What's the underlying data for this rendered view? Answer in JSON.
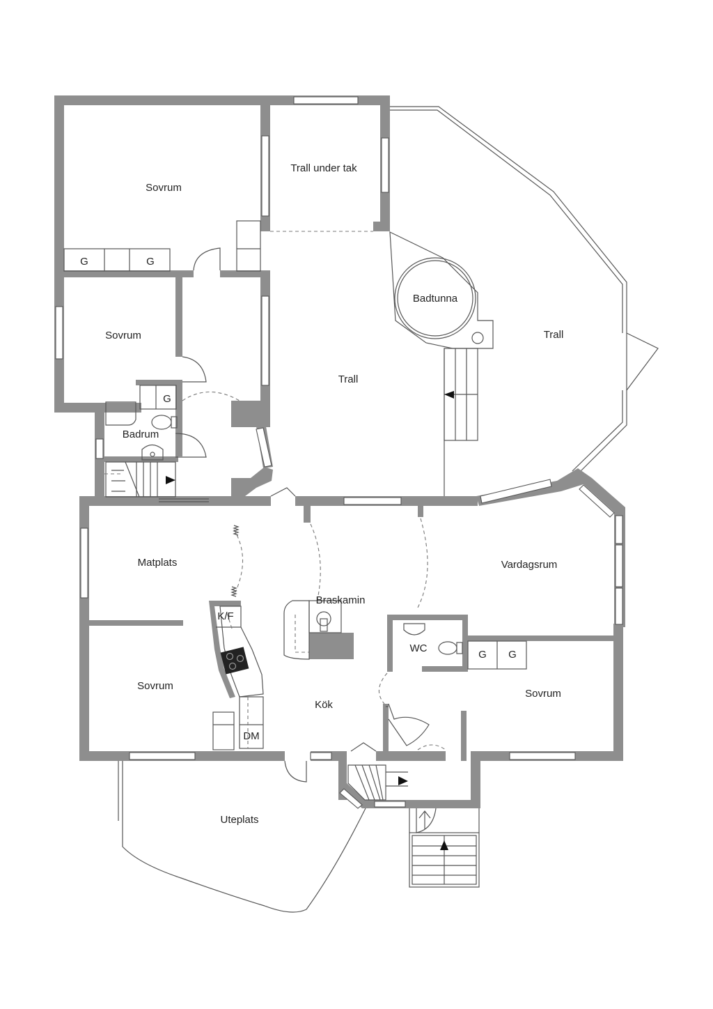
{
  "rooms": {
    "sovrum_1": "Sovrum",
    "trall_under_tak": "Trall under tak",
    "sovrum_2": "Sovrum",
    "badrum": "Badrum",
    "trall_center": "Trall",
    "badtunna": "Badtunna",
    "trall_right": "Trall",
    "matplats": "Matplats",
    "braskamin": "Braskamin",
    "vardagsrum": "Vardagsrum",
    "wc": "WC",
    "sovrum_3": "Sovrum",
    "kok": "Kök",
    "sovrum_4": "Sovrum",
    "uteplats": "Uteplats"
  },
  "fixtures": {
    "wardrobe_g": "G",
    "kf": "K/F",
    "dm": "DM"
  },
  "colors": {
    "wall": "#8e8e8e",
    "line": "#555555",
    "background": "#ffffff"
  }
}
